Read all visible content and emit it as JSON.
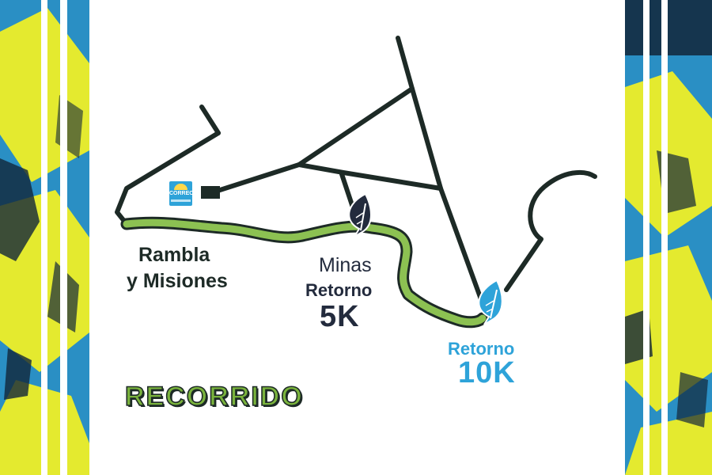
{
  "colors": {
    "road": "#1d2a26",
    "route": "#8cc152",
    "route_outline": "#1d2a26",
    "marker_5k": "#232b3d",
    "marker_10k": "#2ea3d9",
    "side_blue": "#2a8fc4",
    "side_yellow": "#e4ea2f",
    "side_dark": "#12263a"
  },
  "map": {
    "start_label_line1": "Rambla",
    "start_label_line2": "y Misiones",
    "street_label": "Minas",
    "turn_5k_word": "Retorno",
    "turn_5k_distance": "5K",
    "turn_10k_word": "Retorno",
    "turn_10k_distance": "10K"
  },
  "title": "RECORRIDO",
  "logo": {
    "text": "CORREO"
  },
  "icons": {
    "start_marker": "start-box-icon",
    "turn_5k_marker": "leaf-pin-icon",
    "turn_10k_marker": "leaf-pin-icon"
  }
}
